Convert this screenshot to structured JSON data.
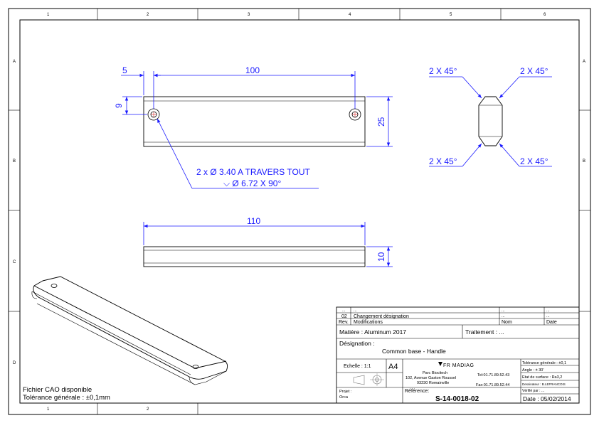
{
  "border": {
    "columns": [
      "1",
      "2",
      "3",
      "4",
      "5",
      "6"
    ],
    "rows": [
      "A",
      "B",
      "C",
      "D"
    ]
  },
  "top_view": {
    "dim_edge": "5",
    "dim_hole_spacing": "100",
    "dim_hole_height": "9",
    "dim_height": "25",
    "hole_note_line1": "2 x Ø 3.40 A TRAVERS TOUT",
    "hole_note_line2": "⌵ Ø 6.72 X 90°"
  },
  "end_view": {
    "chamfer_label": "2 X 45°"
  },
  "side_view": {
    "dim_length": "110",
    "dim_thickness": "10"
  },
  "notes": {
    "cad": "Fichier CAO disponible",
    "tolerance": "Tolérance générale : ±0,1mm"
  },
  "title_block": {
    "rev_rows": [
      {
        "rev": "...",
        "desc": "...",
        "name": "...",
        "date": "..."
      },
      {
        "rev": "02",
        "desc": "Changement désignation",
        "name": "...",
        "date": "..."
      }
    ],
    "headers": {
      "rev": "Rev.",
      "desc": "Modifications",
      "name": "Nom",
      "date": "Date"
    },
    "material": "Matière : Aluminum 2017",
    "treatment": "Traitement : ...",
    "designation_label": "Désignation :",
    "designation_value": "Common base - Handle",
    "scale": "Echelle : 1:1",
    "format": "A4",
    "company": "FR MADIAG",
    "address_1": "Parc Biocitech",
    "address_2": "102, Avenue Gaston Roussel",
    "address_3": "93230 Romainville",
    "tel": "Tel:01.71.89.52.43",
    "fax": "Fax:01.71.89.52.44",
    "tol_general": "Tolérance générale : ±0,1",
    "angle": "Angle : ± 30'",
    "surface": "Etat de surface : Ra3,2",
    "drafter": "Dessinateur : B.LEFRANCOIS",
    "checked": "Vérifié par : ...",
    "project_label": "Projet :",
    "project_value": "Orca",
    "reference_label": "Référence:",
    "reference_value": "S-14-0018-02",
    "date": "Date : 05/02/2014"
  }
}
